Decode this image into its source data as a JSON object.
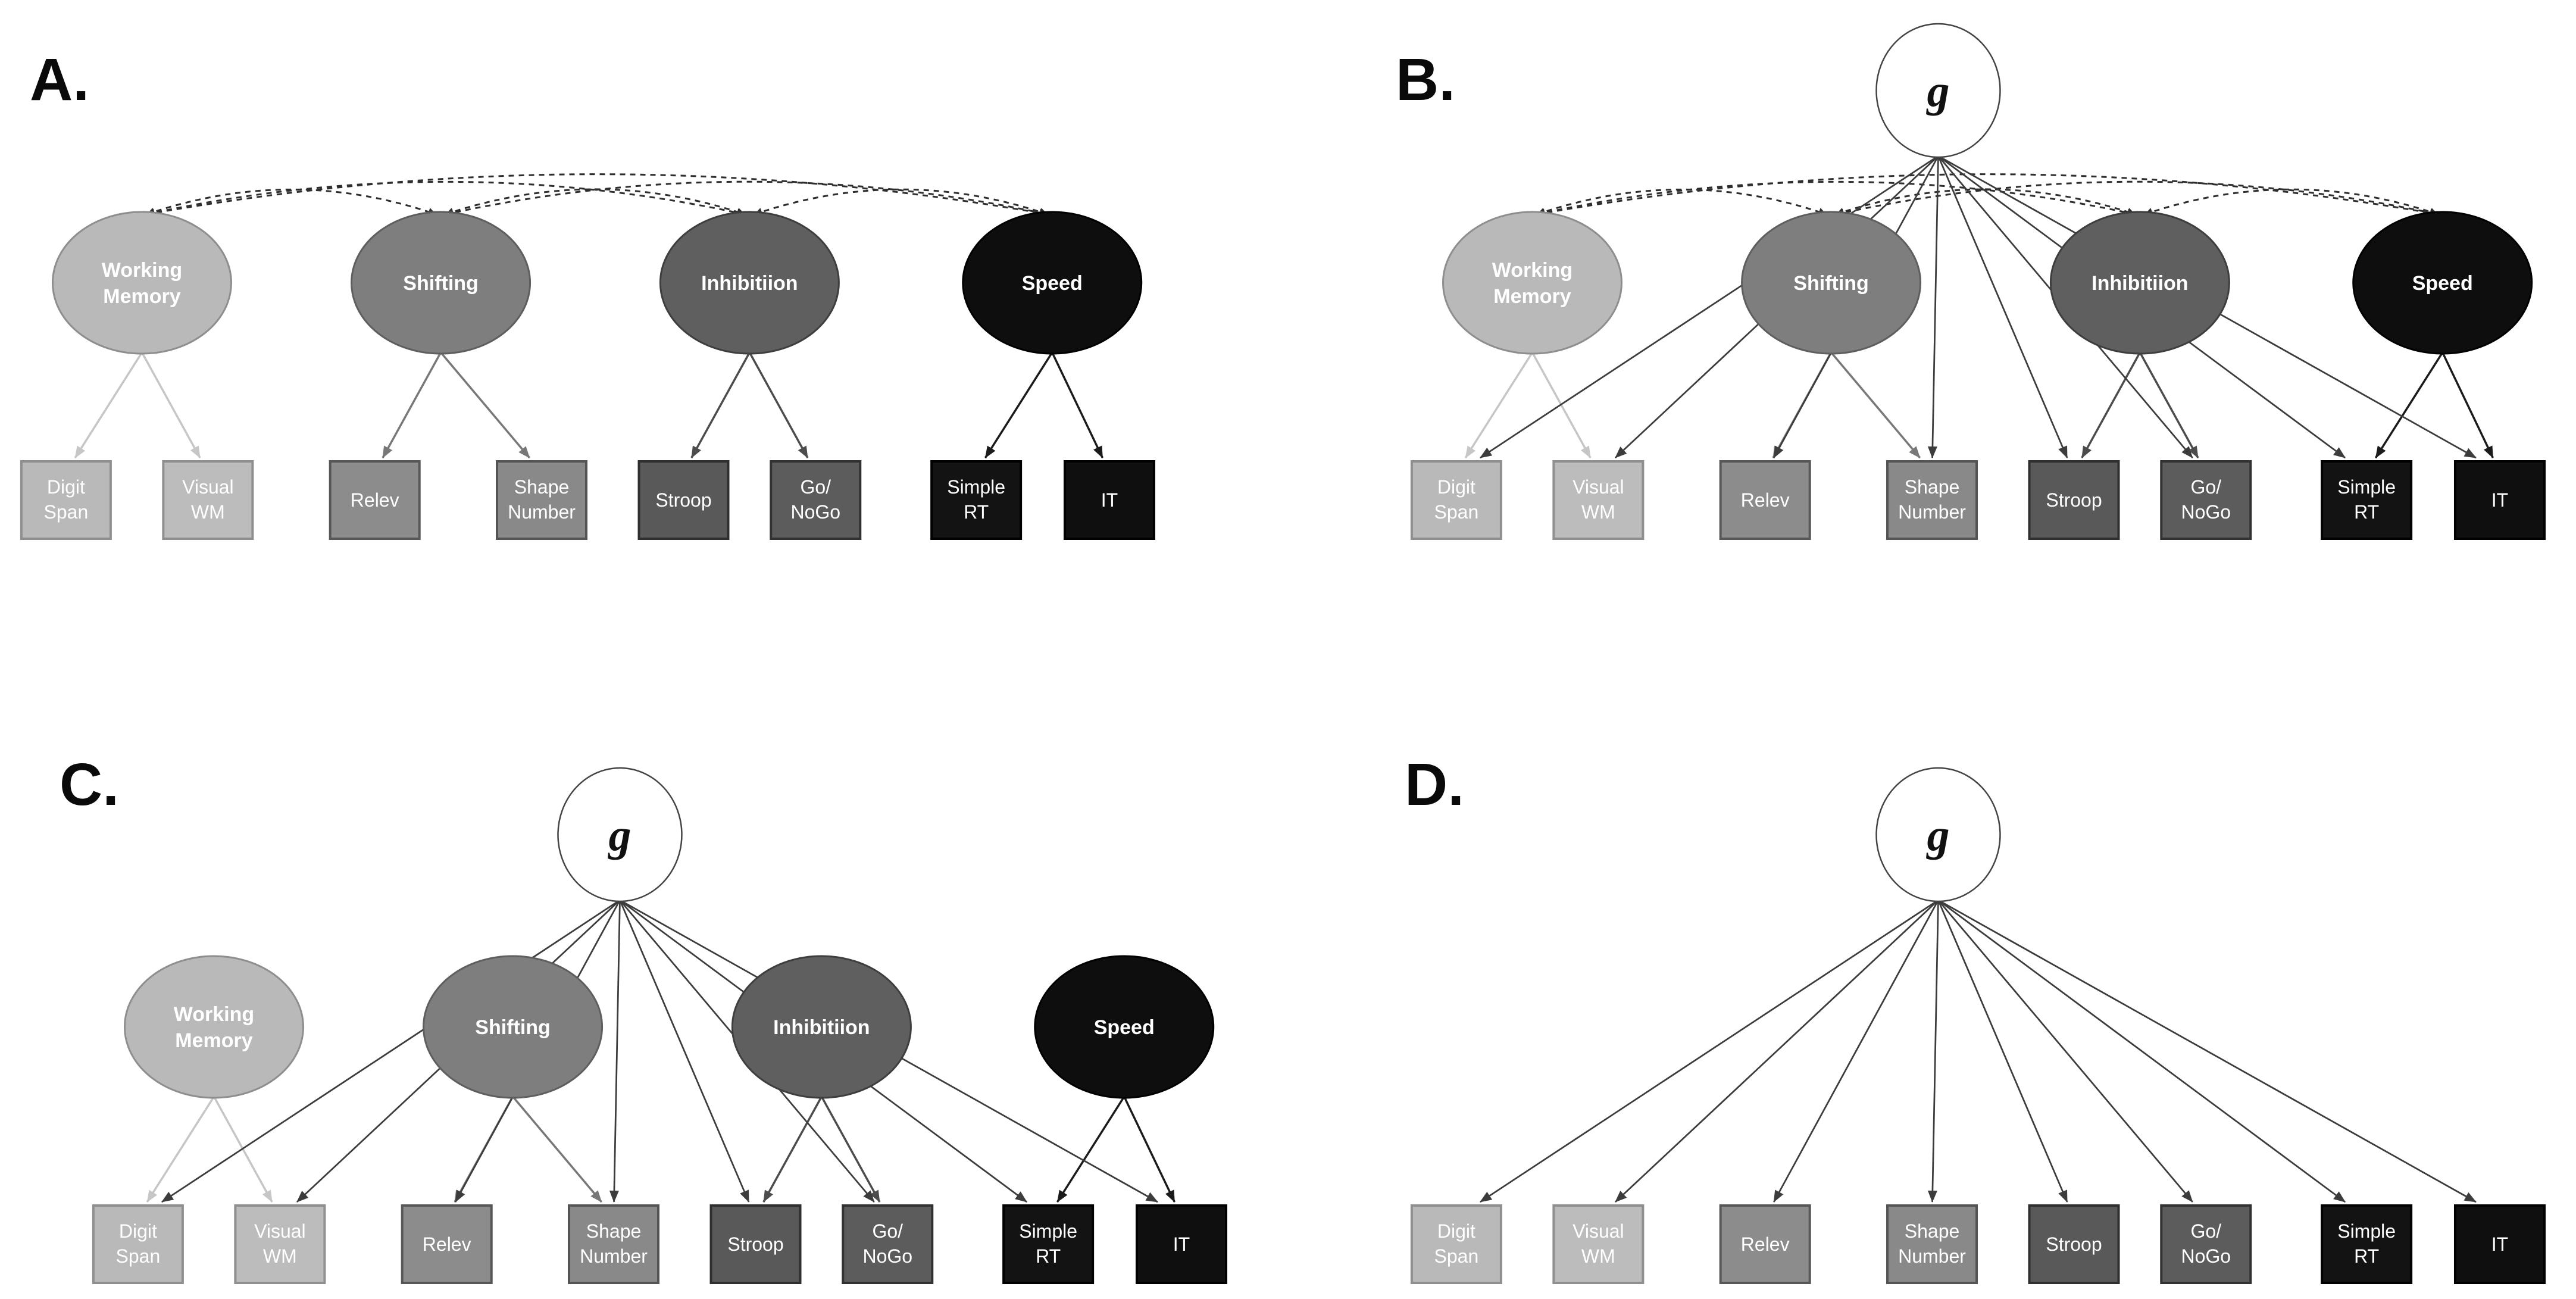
{
  "figure": {
    "background": "#ffffff",
    "g_label": "g",
    "g_edge_color": "#3c3c3c",
    "g_fill": "#ffffff",
    "g_stroke": "#444444",
    "covariance_color": "#2e2e2e",
    "panels": [
      {
        "key": "A",
        "label": "A.",
        "show_factors": true,
        "factor_covariances": true,
        "show_g": false,
        "g_to_indicators": false,
        "factor_loadings": true
      },
      {
        "key": "B",
        "label": "B.",
        "show_factors": true,
        "factor_covariances": true,
        "show_g": true,
        "g_to_indicators": true,
        "factor_loadings": true
      },
      {
        "key": "C",
        "label": "C.",
        "show_factors": true,
        "factor_covariances": false,
        "show_g": true,
        "g_to_indicators": true,
        "factor_loadings": true
      },
      {
        "key": "D",
        "label": "D.",
        "show_factors": false,
        "factor_covariances": false,
        "show_g": true,
        "g_to_indicators": true,
        "factor_loadings": false
      }
    ],
    "factors": [
      {
        "name": "Working Memory",
        "lines": [
          "Working",
          "Memory"
        ],
        "fill": "#b9b9b9",
        "stroke": "#8e8e8e",
        "text_color": "#ffffff",
        "edge_color": "#c6c6c6",
        "indicators": [
          0,
          1
        ]
      },
      {
        "name": "Shifting",
        "lines": [
          "Shifting"
        ],
        "fill": "#7e7e7e",
        "stroke": "#5e5e5e",
        "text_color": "#ffffff",
        "edge_color": "#787878",
        "indicators": [
          2,
          3
        ]
      },
      {
        "name": "Inhibitiion",
        "lines": [
          "Inhibitiion"
        ],
        "fill": "#5f5f5f",
        "stroke": "#3e3e3e",
        "text_color": "#ffffff",
        "edge_color": "#4c4c4c",
        "indicators": [
          4,
          5
        ]
      },
      {
        "name": "Speed",
        "lines": [
          "Speed"
        ],
        "fill": "#0e0e0e",
        "stroke": "#000000",
        "text_color": "#ffffff",
        "edge_color": "#1b1b1b",
        "indicators": [
          6,
          7
        ]
      }
    ],
    "indicators": [
      {
        "name": "Digit Span",
        "lines": [
          "Digit",
          "Span"
        ],
        "fill": "#b9b9b9",
        "stroke": "#8f8f8f",
        "text_color": "#ffffff"
      },
      {
        "name": "Visual WM",
        "lines": [
          "Visual",
          "WM"
        ],
        "fill": "#bcbcbc",
        "stroke": "#8f8f8f",
        "text_color": "#ffffff"
      },
      {
        "name": "Relev",
        "lines": [
          "Relev"
        ],
        "fill": "#8c8c8c",
        "stroke": "#575757",
        "text_color": "#ffffff"
      },
      {
        "name": "Shape Number",
        "lines": [
          "Shape",
          "Number"
        ],
        "fill": "#898989",
        "stroke": "#545454",
        "text_color": "#ffffff"
      },
      {
        "name": "Stroop",
        "lines": [
          "Stroop"
        ],
        "fill": "#595959",
        "stroke": "#2f2f2f",
        "text_color": "#ffffff"
      },
      {
        "name": "Go/NoGo",
        "lines": [
          "Go/",
          "NoGo"
        ],
        "fill": "#5c5c5c",
        "stroke": "#323232",
        "text_color": "#ffffff"
      },
      {
        "name": "Simple RT",
        "lines": [
          "Simple",
          "RT"
        ],
        "fill": "#131313",
        "stroke": "#000000",
        "text_color": "#ffffff"
      },
      {
        "name": "IT",
        "lines": [
          "IT"
        ],
        "fill": "#0f0f0f",
        "stroke": "#000000",
        "text_color": "#ffffff"
      }
    ]
  }
}
